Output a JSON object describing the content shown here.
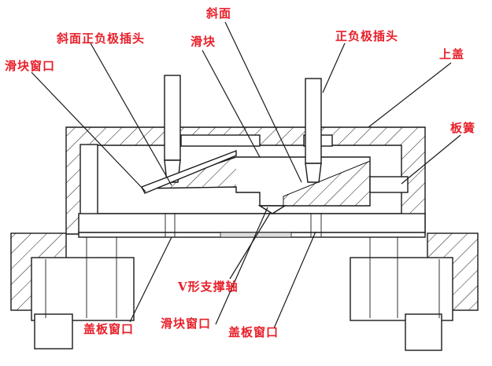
{
  "labels": {
    "bevel_top": "斜面",
    "bevel_pos_neg_plug": "斜面正负极插头",
    "slider": "滑块",
    "pos_neg_plug": "正负极插头",
    "top_cover": "上盖",
    "slider_window_top": "滑块窗口",
    "leaf_spring": "板簧",
    "v_pivot": "V形支撑轴",
    "cover_window_left": "盖板窗口",
    "slider_window_bottom": "滑块窗口",
    "cover_window_right": "盖板窗口"
  },
  "colors": {
    "label": "#e8202a",
    "line": "#1a1a1a",
    "background": "#ffffff"
  }
}
